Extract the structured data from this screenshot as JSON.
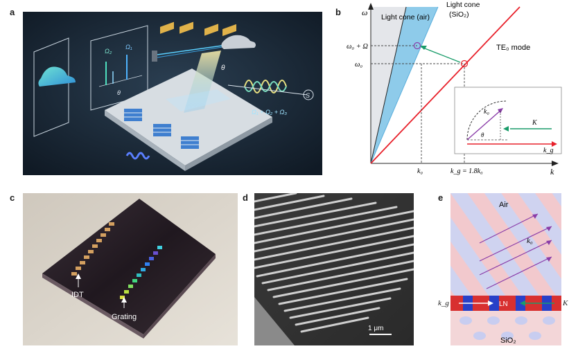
{
  "panels": {
    "a": {
      "label": "a",
      "omega2": "Ω₂",
      "omega1": "Ω₁",
      "theta": "θ",
      "theta_beam": "θ",
      "sum_label": "Ω₁ + Ω₂ + Ω₃",
      "s_label": "S"
    },
    "b": {
      "label": "b",
      "omega_axis": "ω",
      "k_axis": "k",
      "cone_air": "Light cone (air)",
      "cone_sio2_line1": "Light cone",
      "cone_sio2_line2": "(SiO₂)",
      "te_mode": "TE₀ mode",
      "w0_plus": "ω₀ + Ω",
      "w0": "ω₀",
      "k0_tick": "k₀",
      "kg_tick": "k_g = 1.8k₀",
      "inset": {
        "k0": "k₀",
        "K": "K",
        "kg": "k_g",
        "theta": "θ"
      }
    },
    "c": {
      "label": "c",
      "idt": "IDT",
      "grating": "Grating"
    },
    "d": {
      "label": "d",
      "scale_bar": "1 μm"
    },
    "e": {
      "label": "e",
      "air": "Air",
      "k0": "k₀",
      "kg": "k_g",
      "ln": "LN",
      "K": "K",
      "sio2": "SiO₂"
    }
  },
  "colors": {
    "panel_a_bg": "#1c2b3a",
    "te_mode_red": "#e8202a",
    "cone_blue": "#8ecbea",
    "green_arrow": "#1a9c6a",
    "purple": "#8a3ca8"
  }
}
